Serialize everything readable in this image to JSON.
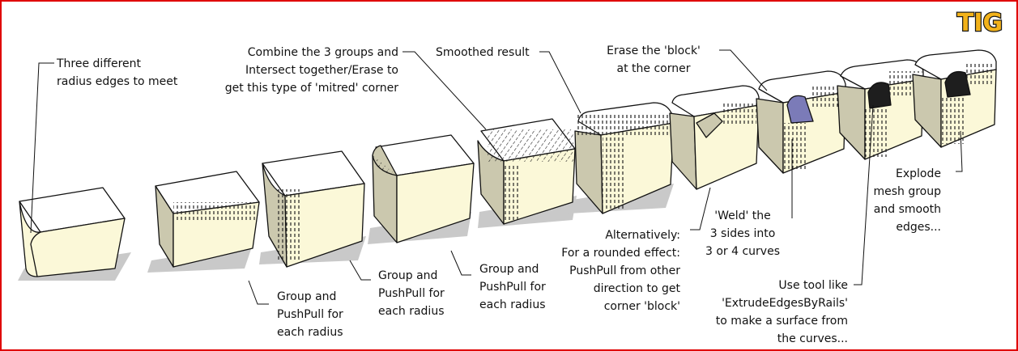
{
  "logo": {
    "text": "TIG",
    "fill": "#f2b21a",
    "stroke": "#1a1a1a"
  },
  "colors": {
    "box_face": "#fbf8d8",
    "box_side": "#cbc8ae",
    "shadow": "#c9c9c9",
    "fillet_patch": "#7b7bb8",
    "dark_patch": "#1e1e1e",
    "frame": "#e00000"
  },
  "annotations": [
    {
      "id": "step1",
      "lines": [
        "Three different",
        "radius edges to meet"
      ]
    },
    {
      "id": "step2",
      "lines": [
        "Group and",
        "PushPull for",
        "each radius"
      ]
    },
    {
      "id": "step3",
      "lines": [
        "Group and",
        "PushPull for",
        "each radius"
      ]
    },
    {
      "id": "step4",
      "lines": [
        "Group and",
        "PushPull for",
        "each radius"
      ]
    },
    {
      "id": "step5",
      "lines": [
        "Combine the 3 groups and",
        "Intersect together/Erase to",
        "get this type of 'mitred' corner"
      ]
    },
    {
      "id": "step6",
      "lines": [
        "Smoothed result"
      ]
    },
    {
      "id": "step7",
      "lines": [
        "Erase the 'block'",
        "at the corner"
      ]
    },
    {
      "id": "step8",
      "lines": [
        "Alternatively:",
        "For a rounded effect:",
        "PushPull from other",
        "direction to get",
        "corner 'block'"
      ]
    },
    {
      "id": "step9",
      "lines": [
        "'Weld' the",
        "3 sides into",
        "3 or 4 curves"
      ]
    },
    {
      "id": "step10",
      "lines": [
        "Use tool like",
        "'ExtrudeEdgesByRails'",
        "to make a surface from",
        "the curves..."
      ]
    },
    {
      "id": "step11",
      "lines": [
        "Explode",
        "mesh group",
        "and smooth",
        "edges..."
      ]
    }
  ]
}
